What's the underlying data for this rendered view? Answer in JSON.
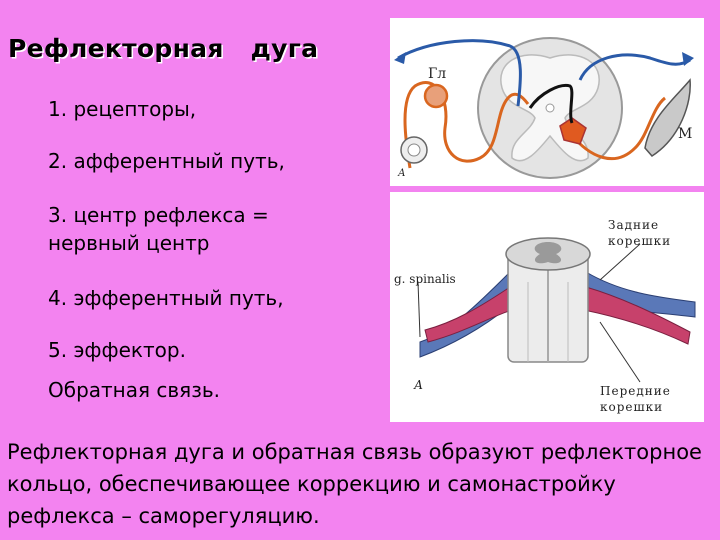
{
  "title": "Рефлекторная   дуга",
  "list": {
    "item1": "1. рецепторы,",
    "item2": "2. афферентный путь,",
    "item3_line1": "3. центр рефлекса =",
    "item3_line2": "нервный центр",
    "item4": "4. эфферентный путь,",
    "item5": "5. эффектор.",
    "feedback": "Обратная связь."
  },
  "bottom_text": "Рефлекторная дуга и обратная связь образуют рефлекторное кольцо, обеспечивающее коррекцию и самонастройку рефлекса – саморегуляцию.",
  "figure_top": {
    "label_gl": "Гл",
    "label_m": "М",
    "label_a": "А"
  },
  "figure_bottom": {
    "label_spinalis": "g. spinalis",
    "label_posterior_1": "Задние",
    "label_posterior_2": "корешки",
    "label_anterior_1": "Передние",
    "label_anterior_2": "корешки",
    "label_a": "А"
  },
  "colors": {
    "background": "#f383f0",
    "afferent": "#d9661f",
    "efferent_blue": "#2a5aa8",
    "dorsal_root": "#c7416b",
    "ventral_root": "#5a78b8"
  }
}
